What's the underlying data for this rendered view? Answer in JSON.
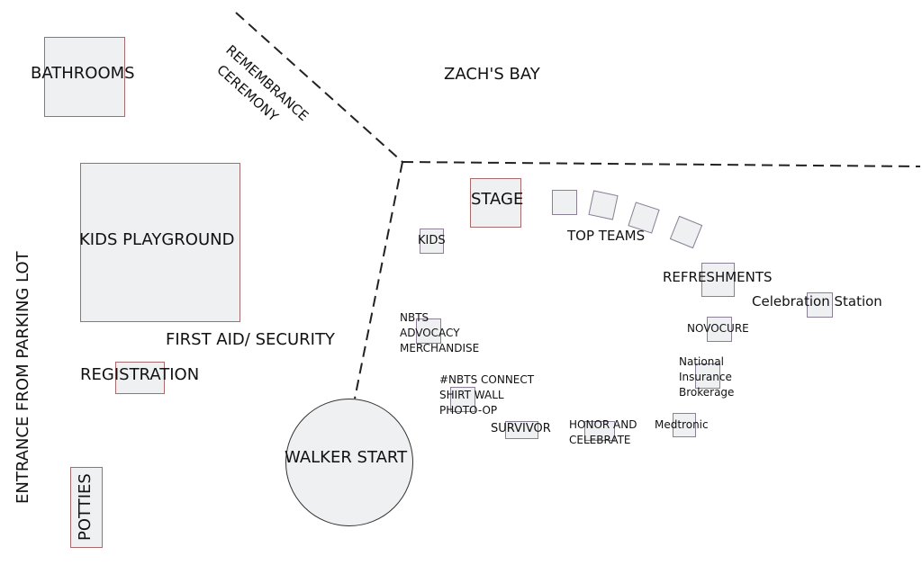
{
  "labels": {
    "bathrooms": "BATHROOMS",
    "remembrance": "REMEMBRANCE",
    "ceremony": "CEREMONY",
    "zachs_bay": "ZACH'S BAY",
    "kids_playground": "KIDS PLAYGROUND",
    "entrance": "ENTRANCE FROM PARKING LOT",
    "first_aid": "FIRST AID/ SECURITY",
    "registration": "REGISTRATION",
    "potties": "POTTIES",
    "walker_start": "WALKER START",
    "stage": "STAGE",
    "kids": "KIDS",
    "top_teams": "TOP TEAMS",
    "refreshments": "REFRESHMENTS",
    "celebration_station": "Celebration Station",
    "novocure": "NOVOCURE",
    "advocacy": [
      "NBTS",
      "ADVOCACY",
      "MERCHANDISE"
    ],
    "connect": [
      "#NBTS CONNECT",
      "SHIRT WALL",
      "PHOTO-OP"
    ],
    "national_insurance": [
      "National",
      "Insurance",
      "Brokerage"
    ],
    "survivor": "SURVIVOR",
    "honor": [
      "HONOR AND",
      "CELEBRATE"
    ],
    "medtronic": "Medtronic"
  }
}
